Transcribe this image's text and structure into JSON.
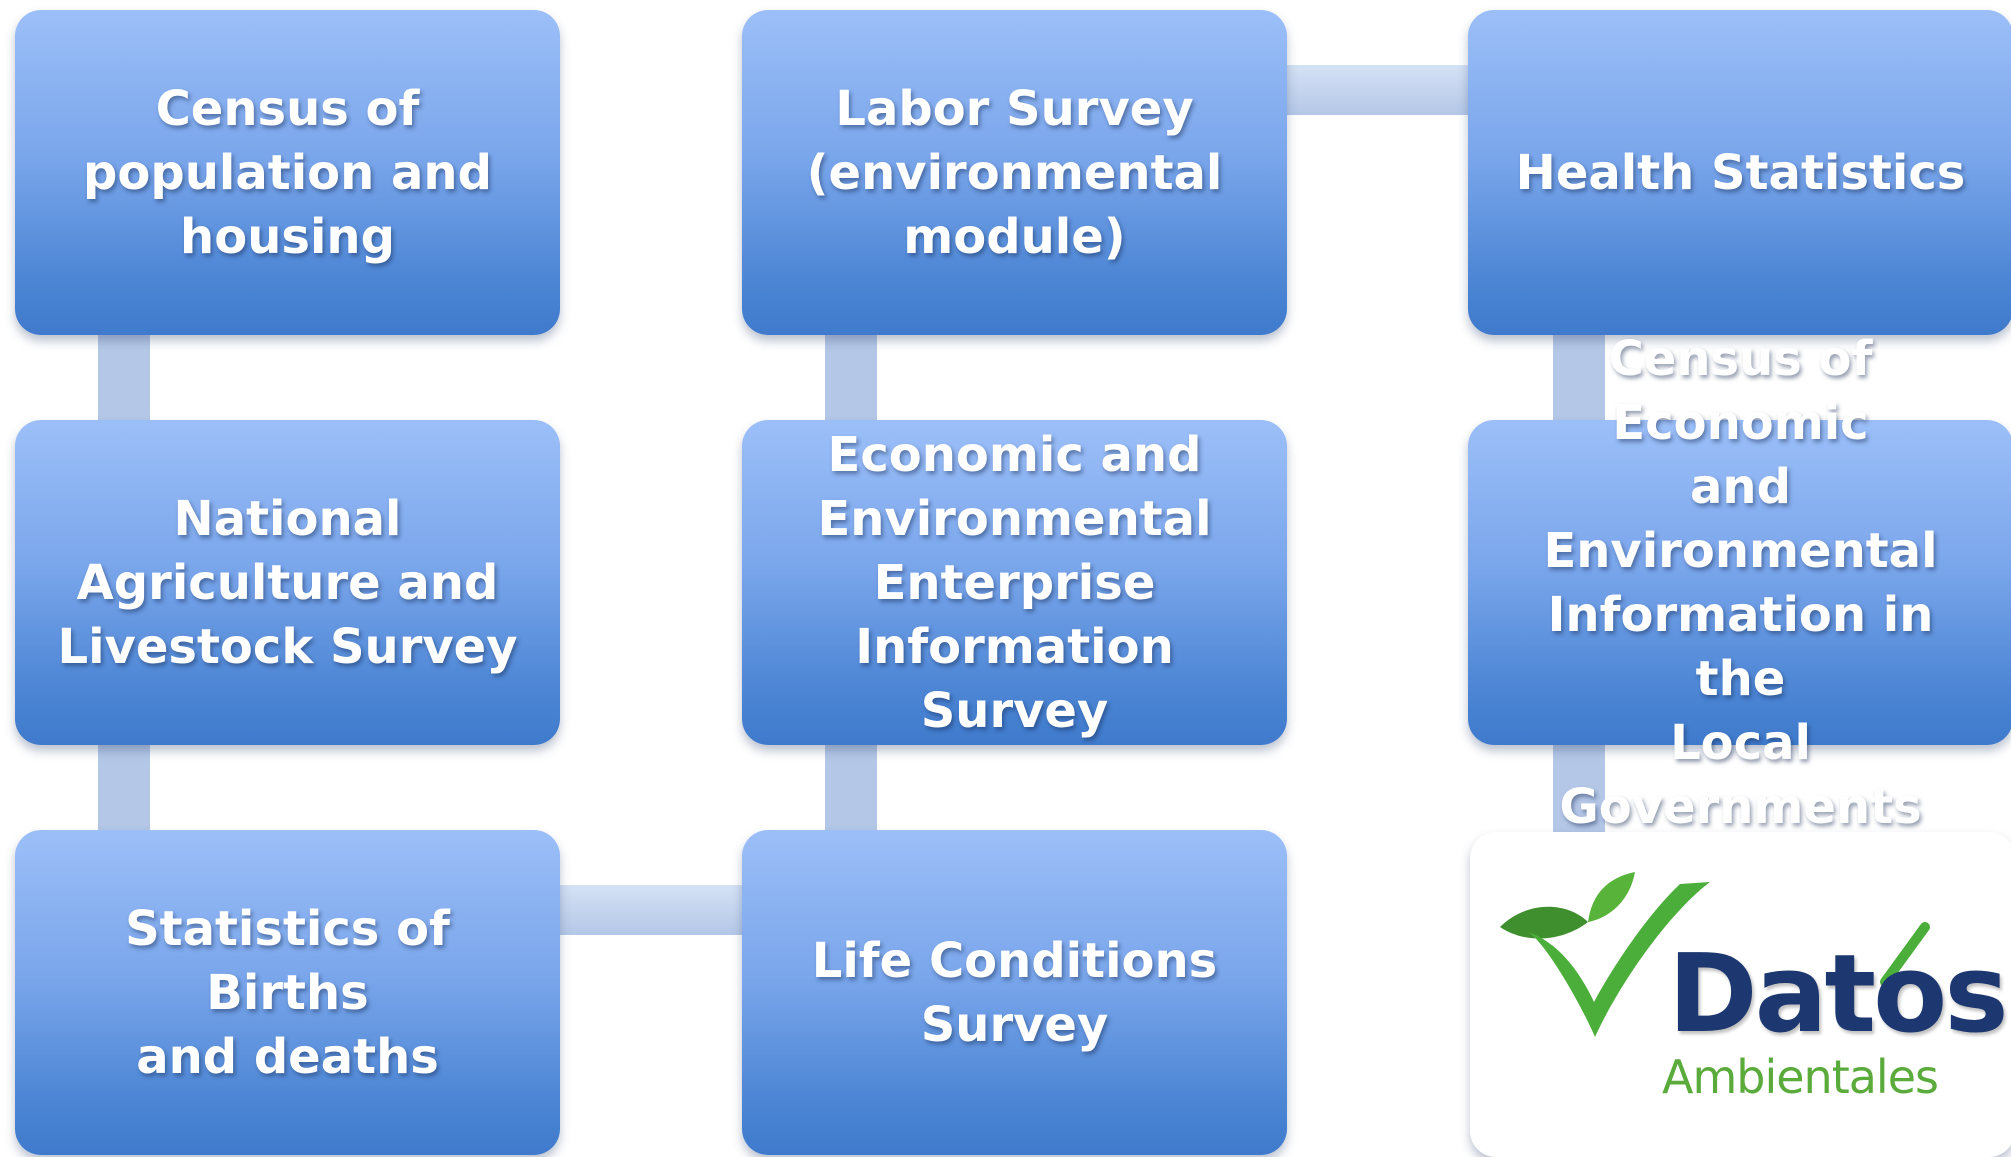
{
  "nodes": {
    "census_population": "Census of\npopulation and\nhousing",
    "labor_survey": "Labor Survey\n(environmental\nmodule)",
    "health_statistics": "Health Statistics",
    "national_agriculture": "National\nAgriculture  and\nLivestock Survey",
    "economic_environmental": "Economic and\nEnvironmental\nEnterprise\nInformation Survey",
    "census_economic": "Census of Economic\nand Environmental\nInformation in the\nLocal Governments",
    "births_deaths": "Statistics of Births\nand deaths",
    "life_conditions": "Life Conditions\nSurvey"
  },
  "logo": {
    "word": "Datos",
    "subtitle": "Ambientales",
    "colors": {
      "check": "#4cae3a",
      "leaf": "#58b33a",
      "word": "#1d3870",
      "subtitle": "#5aab3b"
    }
  },
  "colors": {
    "box_top": "#9cbff8",
    "box_bottom": "#3f7acc",
    "connector": "#b4c7e7",
    "text": "#ffffff"
  }
}
